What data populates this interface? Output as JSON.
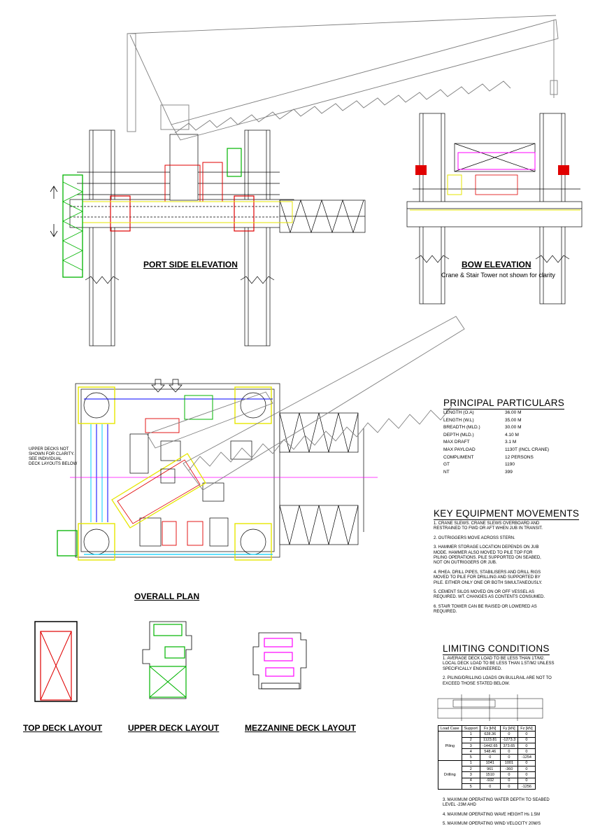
{
  "labels": {
    "port_side_elevation": "PORT SIDE ELEVATION",
    "bow_elevation": "BOW ELEVATION",
    "bow_note": "Crane & Stair Tower not shown for clarity",
    "overall_plan": "OVERALL PLAN",
    "top_deck_layout": "TOP DECK LAYOUT",
    "upper_deck_layout": "UPPER DECK  LAYOUT",
    "mezzanine_deck_layout": "MEZZANINE DECK LAYOUT",
    "upper_decks_note": [
      "UPPER DECKS NOT",
      "SHOWN FOR CLARITY.",
      "SEE INDIVIDUAL",
      "DECK LAYOUTS BELOW"
    ]
  },
  "principal_particulars": {
    "title": "PRINCIPAL PARTICULARS",
    "rows": [
      {
        "key": "LENGTH (O.A)",
        "value": "36.00 M"
      },
      {
        "key": "LENGTH (W.L)",
        "value": "35.00 M"
      },
      {
        "key": "BREADTH (MLD.)",
        "value": "30.00 M"
      },
      {
        "key": "DEPTH (MLD.)",
        "value": "4.10 M"
      },
      {
        "key": "MAX DRAFT",
        "value": "3.1 M"
      },
      {
        "key": "MAX PAYLOAD",
        "value": "1130T (INCL CRANE)"
      },
      {
        "key": "COMPLIMENT",
        "value": "12 PERSONS"
      },
      {
        "key": "GT",
        "value": "1190"
      },
      {
        "key": "NT",
        "value": "399"
      }
    ]
  },
  "key_equipment": {
    "title": "KEY EQUIPMENT MOVEMENTS",
    "items": [
      "1. CRANE SLEWS. CRANE SLEWS OVERBOARD AND RESTRAINED TO FWD OR AFT WHEN JUB IN TRANSIT.",
      "2. OUTRIGGERS MOVE ACROSS STERN.",
      "3. HAMMER STORAGE LOCATION DEPENDS ON JUB MODE. HAMMER ALSO MOVED TO PILE TOP FOR PILING OPERATIONS. PILE SUPPORTED ON SEABED, NOT ON OUTRIGGERS OR JUB.",
      "4. RHEA. DRILL PIPES, STABILISERS AND DRILL RIGS MOVED TO PILE FOR DRILLING AND SUPPORTED BY PILE. EITHER ONLY ONE OR BOTH SIMULTANEOUSLY.",
      "5. CEMENT SILOS MOVED ON OR OFF VESSEL AS REQUIRED. WT. CHANGES AS CONTENTS CONSUMED.",
      "6. STAIR TOWER CAN BE RAISED OR LOWERED AS REQUIRED."
    ]
  },
  "limiting_conditions": {
    "title": "LIMITING CONDITIONS",
    "items": [
      "1. AVERAGE DECK LOAD TO BE LESS THAN 1T/M2. LOCAL DECK LOAD TO BE LESS THAN 1.5T/M2 UNLESS SPECIFICALLY ENGINEERED.",
      "2. PILING/DRILLING LOADS ON BULLRAIL ARE NOT TO EXCEED THOSE STATED BELOW."
    ],
    "table": {
      "headers": [
        "Load Case",
        "Support",
        "Fx [kN]",
        "Fy [kN]",
        "Fz [kN]"
      ],
      "groups": [
        {
          "case": "Piling",
          "rows": [
            [
              "1",
              "628.36",
              "0",
              "0"
            ],
            [
              "2",
              "1123.81",
              "-1273.3",
              "0"
            ],
            [
              "3",
              "-1442.65",
              "373.65",
              "0"
            ],
            [
              "4",
              "548.46",
              "0",
              "0"
            ],
            [
              "5",
              "0",
              "0",
              "-1254"
            ]
          ]
        },
        {
          "case": "Drilling",
          "rows": [
            [
              "1",
              "1041",
              "1001",
              "0"
            ],
            [
              "2",
              "961",
              "-360",
              "0"
            ],
            [
              "3",
              "1510",
              "0",
              "0"
            ],
            [
              "4",
              "-932",
              "0",
              "0"
            ],
            [
              "5",
              "0",
              "0",
              "-1256"
            ]
          ]
        }
      ]
    },
    "footer": [
      "3. MAXIMUM OPERATING WATER DEPTH TO SEABED LEVEL -23M AHD",
      "4. MAXIMUM OPERATING WAVE HEIGHT Hs 1.5M",
      "5. MAXIMUM OPERATING WIND VELOCITY 20M/S"
    ]
  },
  "colors": {
    "crane": "#7f7f7f",
    "structure": "#000000",
    "red": "#e00000",
    "green": "#00b400",
    "yellow": "#e6e600",
    "magenta": "#ff00ff",
    "blue": "#0000ff",
    "cyan": "#00d0ff"
  }
}
